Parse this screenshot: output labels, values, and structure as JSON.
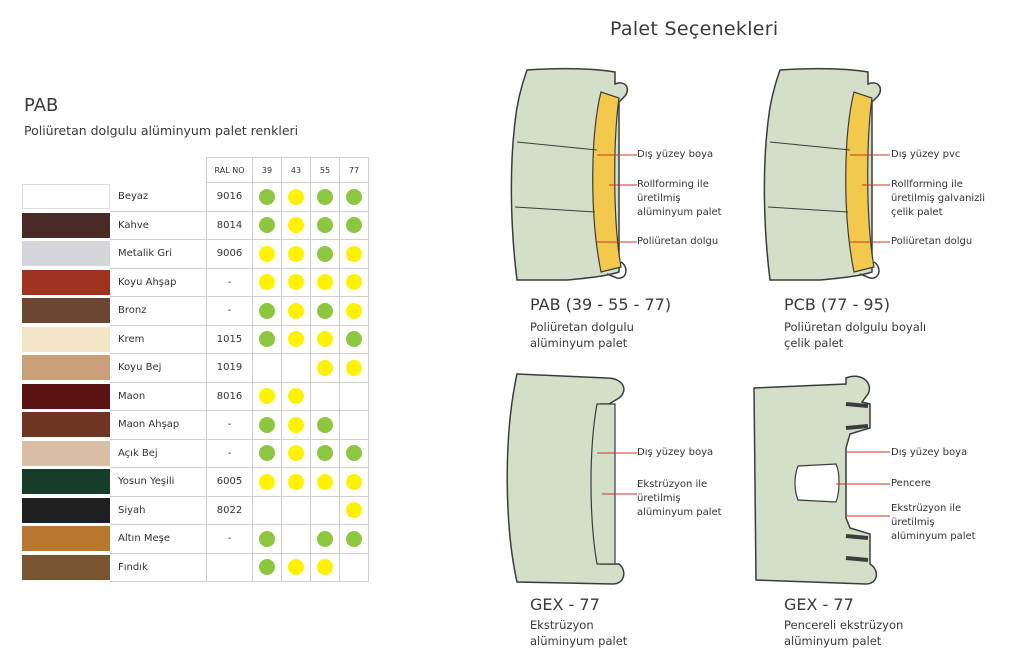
{
  "page_title": "Palet Seçenekleri",
  "pab_section": {
    "heading": "PAB",
    "subtitle": "Poliüretan dolgulu alüminyum palet renkleri"
  },
  "table": {
    "headers": [
      "RAL NO",
      "39",
      "43",
      "55",
      "77"
    ],
    "dot_colors": {
      "green": "#8dc63f",
      "yellow": "#fff200"
    },
    "rows": [
      {
        "name": "Beyaz",
        "ral": "9016",
        "swatch": "#ffffff",
        "dots": [
          "green",
          "yellow",
          "green",
          "green"
        ]
      },
      {
        "name": "Kahve",
        "ral": "8014",
        "swatch": "#4a2a24",
        "dots": [
          "green",
          "yellow",
          "green",
          "green"
        ]
      },
      {
        "name": "Metalik Gri",
        "ral": "9006",
        "swatch": "#d6d6da",
        "dots": [
          "yellow",
          "yellow",
          "green",
          "yellow"
        ]
      },
      {
        "name": "Koyu Ahşap",
        "ral": "-",
        "swatch": "#a0331f",
        "dots": [
          "yellow",
          "yellow",
          "yellow",
          "yellow"
        ]
      },
      {
        "name": "Bronz",
        "ral": "-",
        "swatch": "#6b4632",
        "dots": [
          "green",
          "yellow",
          "green",
          "yellow"
        ]
      },
      {
        "name": "Krem",
        "ral": "1015",
        "swatch": "#f2e6c6",
        "dots": [
          "green",
          "yellow",
          "yellow",
          "green"
        ]
      },
      {
        "name": "Koyu Bej",
        "ral": "1019",
        "swatch": "#c9a07a",
        "dots": [
          "",
          "",
          "yellow",
          "yellow"
        ]
      },
      {
        "name": "Maon",
        "ral": "8016",
        "swatch": "#5a1212",
        "dots": [
          "yellow",
          "yellow",
          "",
          ""
        ]
      },
      {
        "name": "Maon Ahşap",
        "ral": "-",
        "swatch": "#6e3622",
        "dots": [
          "green",
          "yellow",
          "green",
          ""
        ]
      },
      {
        "name": "Açık Bej",
        "ral": "-",
        "swatch": "#d9bfa6",
        "dots": [
          "green",
          "yellow",
          "green",
          "green"
        ]
      },
      {
        "name": "Yosun Yeşili",
        "ral": "6005",
        "swatch": "#153d2a",
        "dots": [
          "yellow",
          "yellow",
          "yellow",
          "yellow"
        ]
      },
      {
        "name": "Siyah",
        "ral": "8022",
        "swatch": "#1e1e1e",
        "dots": [
          "",
          "",
          "",
          "yellow"
        ]
      },
      {
        "name": "Altın Meşe",
        "ral": "-",
        "swatch": "#b8762e",
        "dots": [
          "green",
          "",
          "green",
          "green"
        ]
      },
      {
        "name": "Fındık",
        "ral": "",
        "swatch": "#7a5532",
        "dots": [
          "green",
          "yellow",
          "yellow",
          ""
        ]
      }
    ]
  },
  "profiles": {
    "pab": {
      "title": "PAB (39 - 55 - 77)",
      "sub1": "Poliüretan dolgulu",
      "sub2": "alüminyum palet",
      "callouts": [
        "Dış yüzey boya",
        "Rollforming ile",
        "üretilmiş",
        "alüminyum palet",
        "Poliüretan dolgu"
      ]
    },
    "pcb": {
      "title": "PCB (77 - 95)",
      "sub1": "Poliüretan dolgulu boyalı",
      "sub2": "çelik palet",
      "callouts": [
        "Dış yüzey pvc",
        "Rollforming ile",
        "üretilmiş galvanizli",
        "çelik palet",
        "Poliüretan dolgu"
      ]
    },
    "gex": {
      "title": "GEX - 77",
      "sub1": "Ekstrüzyon",
      "sub2": "alüminyum palet",
      "callouts": [
        "Dış yüzey boya",
        "Ekstrüzyon ile",
        "üretilmiş",
        "alüminyum palet"
      ]
    },
    "gex_window": {
      "title": "GEX - 77",
      "sub1": "Pencereli ekstrüzyon",
      "sub2": "alüminyum palet",
      "callouts": [
        "Dış yüzey boya",
        "Pencere",
        "Ekstrüzyon ile",
        "üretilmiş",
        "alüminyum palet"
      ]
    }
  },
  "colors": {
    "profile_fill": "#d4dfc9",
    "profile_stroke": "#3c3c3c",
    "foam": "#f2c94c",
    "callout_line": "#c0392b"
  }
}
